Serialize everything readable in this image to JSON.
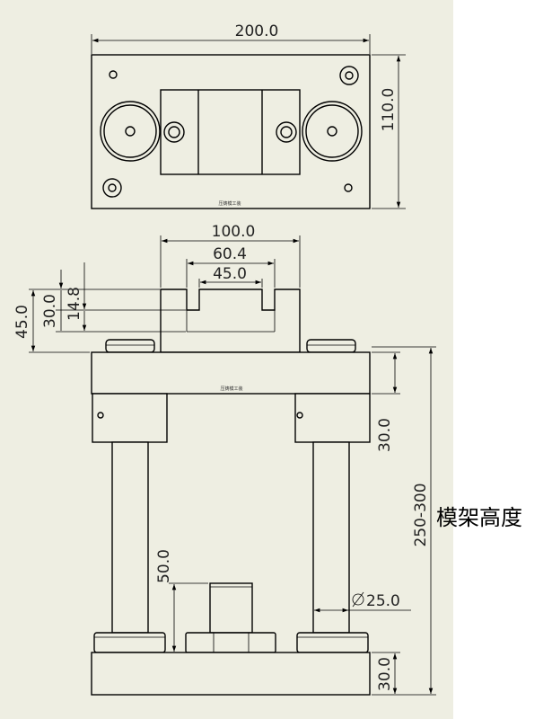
{
  "top_view": {
    "width_dim": "200.0",
    "height_dim": "110.0",
    "watermark": "压铸模工装"
  },
  "front_view": {
    "width_dim": "100.0",
    "slot_outer_dim": "60.4",
    "slot_inner_dim": "45.0",
    "height_45_dim": "45.0",
    "height_30_dim": "30.0",
    "height_14_8_dim": "14.8",
    "upper_plate_dim": "30.0",
    "frame_height_dim": "250-300",
    "punch_height_dim": "50.0",
    "pillar_diameter_dim": "25.0",
    "base_plate_dim": "30.0",
    "watermark": "压铸模工装"
  },
  "side_label": "模架高度"
}
